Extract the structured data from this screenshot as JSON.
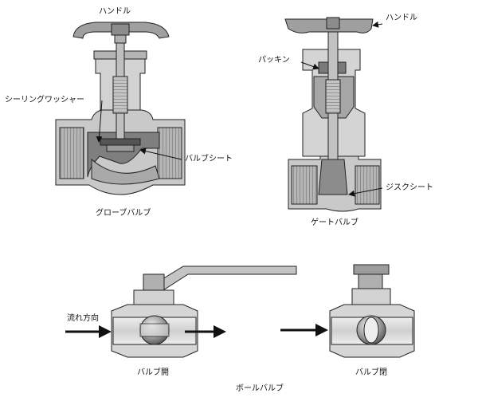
{
  "globe_valve": {
    "handle_label": "ハンドル",
    "washer_label": "シーリングワッシャー",
    "seat_label": "バルブシート",
    "caption": "グローブバルブ"
  },
  "gate_valve": {
    "handle_label": "ハンドル",
    "packing_label": "パッキン",
    "disc_seat_label": "ジスクシート",
    "caption": "ゲートバルブ"
  },
  "ball_valve": {
    "flow_label": "流れ方向",
    "open_caption": "バルブ開",
    "closed_caption": "バルブ閉",
    "caption": "ボールバルブ"
  },
  "colors": {
    "body_fill": "#c9c9c9",
    "body_dark": "#8a8a8a",
    "outline": "#222222",
    "inner": "#e8e8e8"
  }
}
